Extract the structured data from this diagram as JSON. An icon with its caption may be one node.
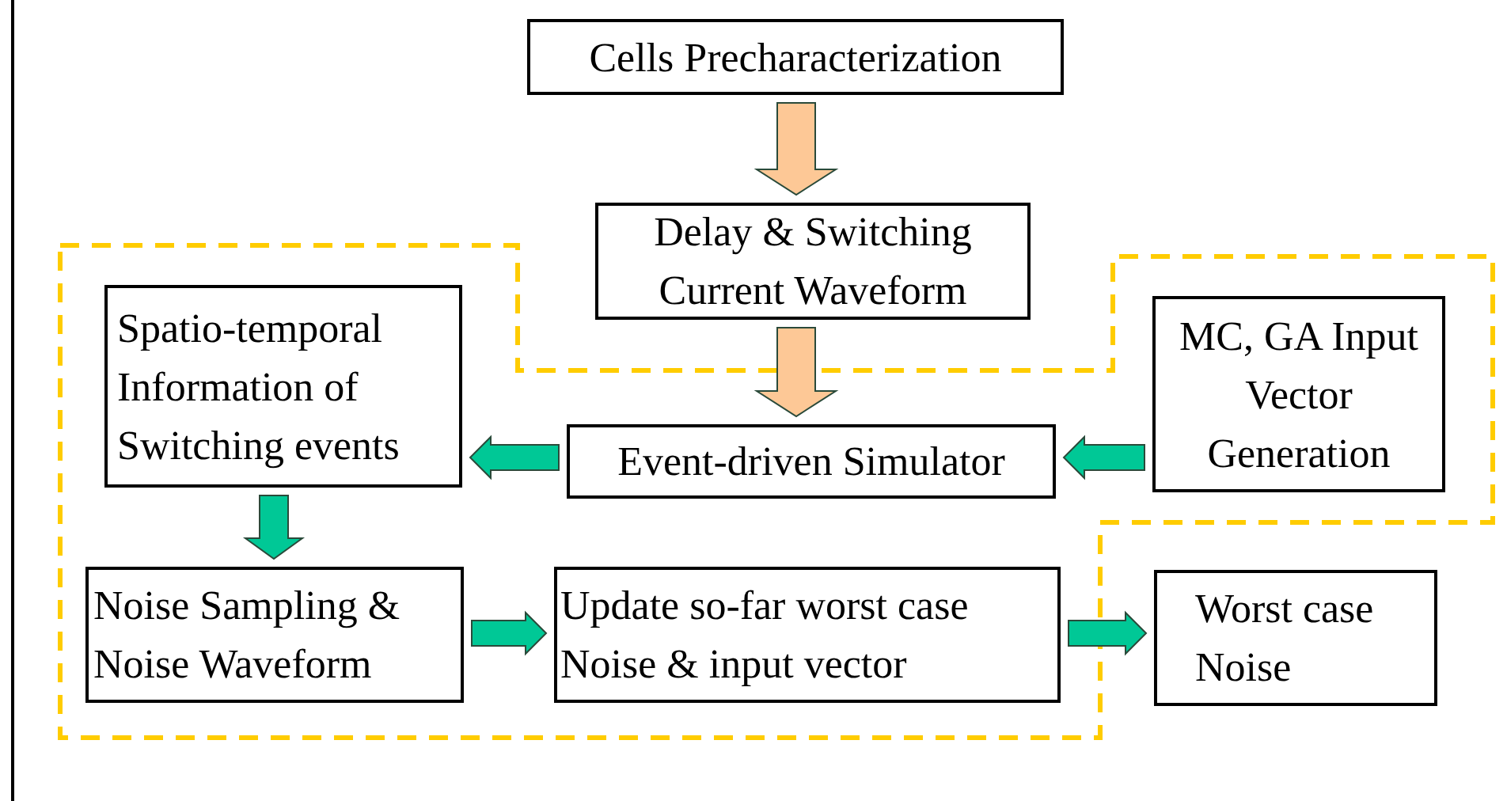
{
  "diagram": {
    "nodes": [
      {
        "text": [
          "Cells Precharacterization"
        ]
      },
      {
        "text": [
          "Delay & Switching Current Waveform"
        ]
      },
      {
        "text": [
          "Spatio-temporal Information of Switching events"
        ]
      },
      {
        "text": [
          "Event-driven Simulator"
        ]
      },
      {
        "text": [
          "MC, GA Input Vector Generation"
        ]
      },
      {
        "text": [
          "Noise Sampling & Noise Waveform"
        ]
      },
      {
        "text": [
          "Update so-far worst case Noise & input vector"
        ]
      },
      {
        "text": [
          "Worst case Noise"
        ]
      }
    ],
    "edges": [
      {
        "from": 0,
        "to": 1,
        "arrow": "to",
        "color": "#fdc896"
      },
      {
        "from": 1,
        "to": 3,
        "arrow": "to",
        "color": "#fdc896"
      },
      {
        "from": 3,
        "to": 2,
        "arrow": "to"
      },
      {
        "from": 4,
        "to": 3,
        "arrow": "to"
      },
      {
        "from": 2,
        "to": 5,
        "arrow": "to"
      },
      {
        "from": 5,
        "to": 6,
        "arrow": "to"
      },
      {
        "from": 6,
        "to": 7,
        "arrow": "to"
      }
    ]
  }
}
